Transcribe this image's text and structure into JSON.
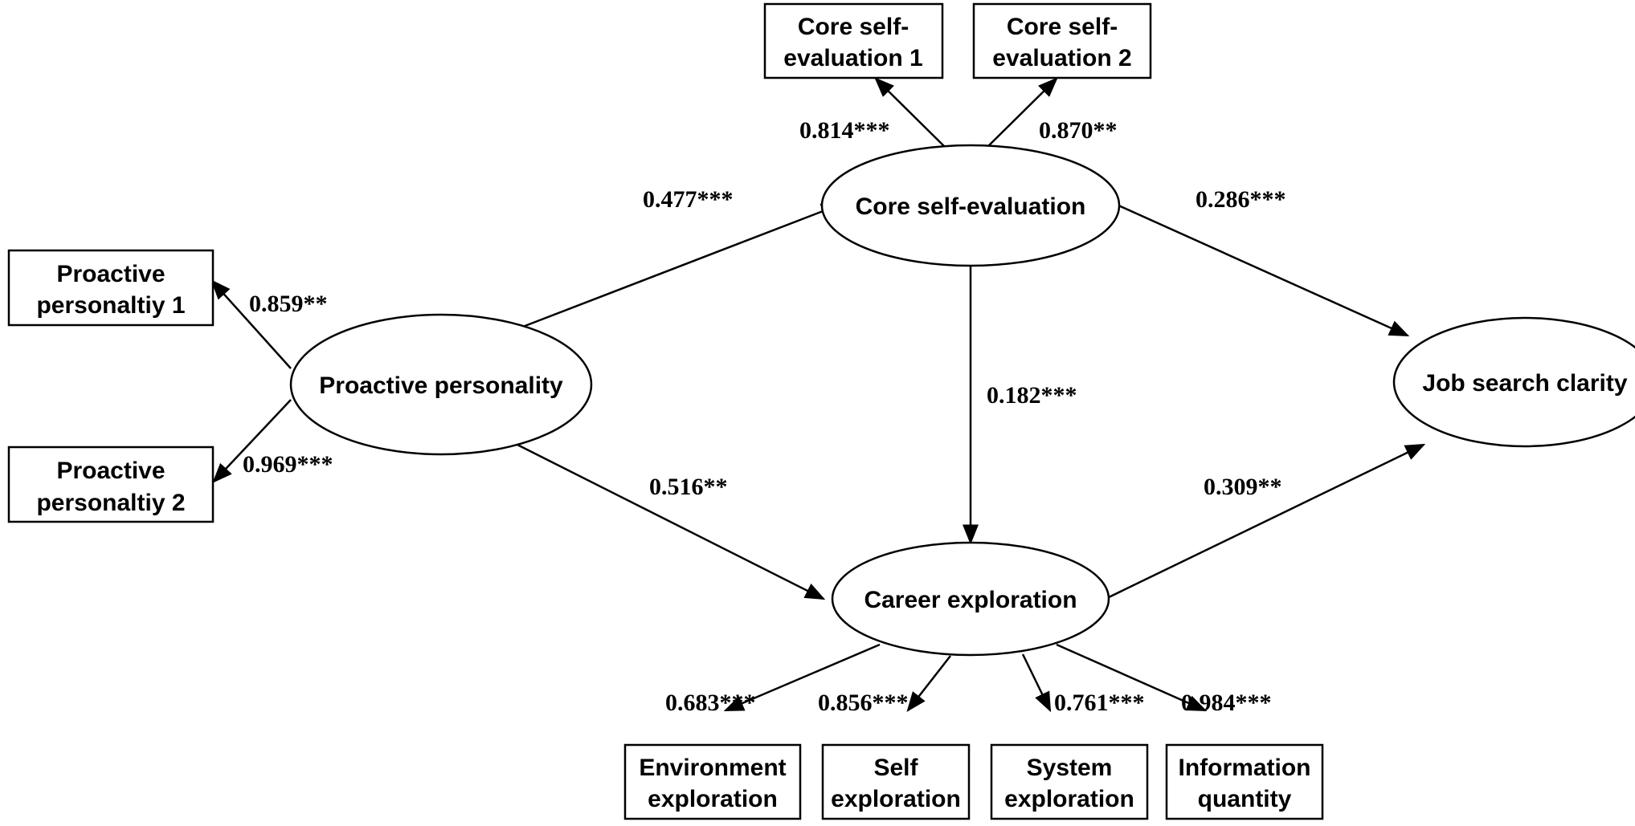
{
  "colors": {
    "stroke": "#000000",
    "background": "#ffffff",
    "text": "#000000"
  },
  "latent": {
    "proactive": "Proactive personality",
    "cse": "Core self-evaluation",
    "career": "Career exploration",
    "jsc": "Job search clarity"
  },
  "indicators": {
    "pp1": [
      "Proactive",
      "personaltiy 1"
    ],
    "pp2": [
      "Proactive",
      "personaltiy 2"
    ],
    "cse1": [
      "Core self-",
      "evaluation 1"
    ],
    "cse2": [
      "Core self-",
      "evaluation 2"
    ],
    "env": [
      "Environment",
      "exploration"
    ],
    "self": [
      "Self",
      "exploration"
    ],
    "system": [
      "System",
      "exploration"
    ],
    "info": [
      "Information",
      "quantity"
    ]
  },
  "loadings": {
    "pp1": "0.859**",
    "pp2": "0.969***",
    "cse1": "0.814***",
    "cse2": "0.870**",
    "env": "0.683***",
    "self": "0.856***",
    "system": "0.761***",
    "info": "0.984***"
  },
  "paths": {
    "pp_cse": "0.477***",
    "pp_ce": "0.516**",
    "cse_ce": "0.182***",
    "cse_jsc": "0.286***",
    "ce_jsc": "0.309**"
  }
}
